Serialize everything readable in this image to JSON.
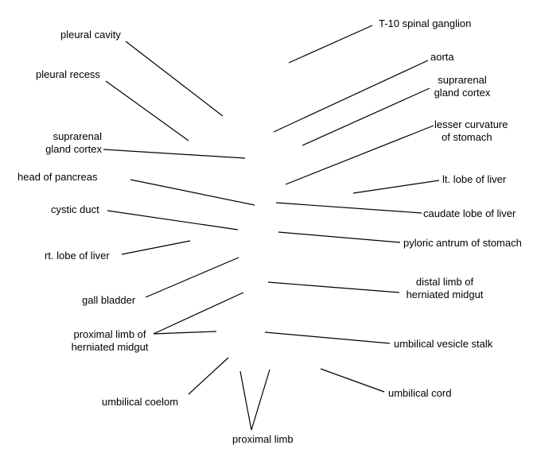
{
  "labels": {
    "t10_spinal_ganglion": "T-10 spinal ganglion",
    "pleural_cavity": "pleural cavity",
    "aorta": "aorta",
    "pleural_recess": "pleural recess",
    "suprarenal_right_1": "suprarenal",
    "suprarenal_right_2": "gland cortex",
    "suprarenal_left_1": "suprarenal",
    "suprarenal_left_2": "gland cortex",
    "lesser_curvature_1": "lesser curvature",
    "lesser_curvature_2": "of stomach",
    "head_of_pancreas": "head of pancreas",
    "lt_lobe_liver": "lt. lobe of liver",
    "caudate_lobe": "caudate lobe of liver",
    "cystic_duct": "cystic duct",
    "pyloric_antrum": "pyloric antrum of stomach",
    "rt_lobe_liver": "rt. lobe of liver",
    "distal_limb_1": "distal limb of",
    "distal_limb_2": "herniated midgut",
    "gall_bladder": "gall bladder",
    "proximal_herniated_1": "proximal limb of",
    "proximal_herniated_2": "herniated midgut",
    "umbilical_vesicle_stalk": "umbilical vesicle stalk",
    "umbilical_cord": "umbilical cord",
    "umbilical_coelom": "umbilical coelom",
    "proximal_limb": "proximal limb"
  }
}
